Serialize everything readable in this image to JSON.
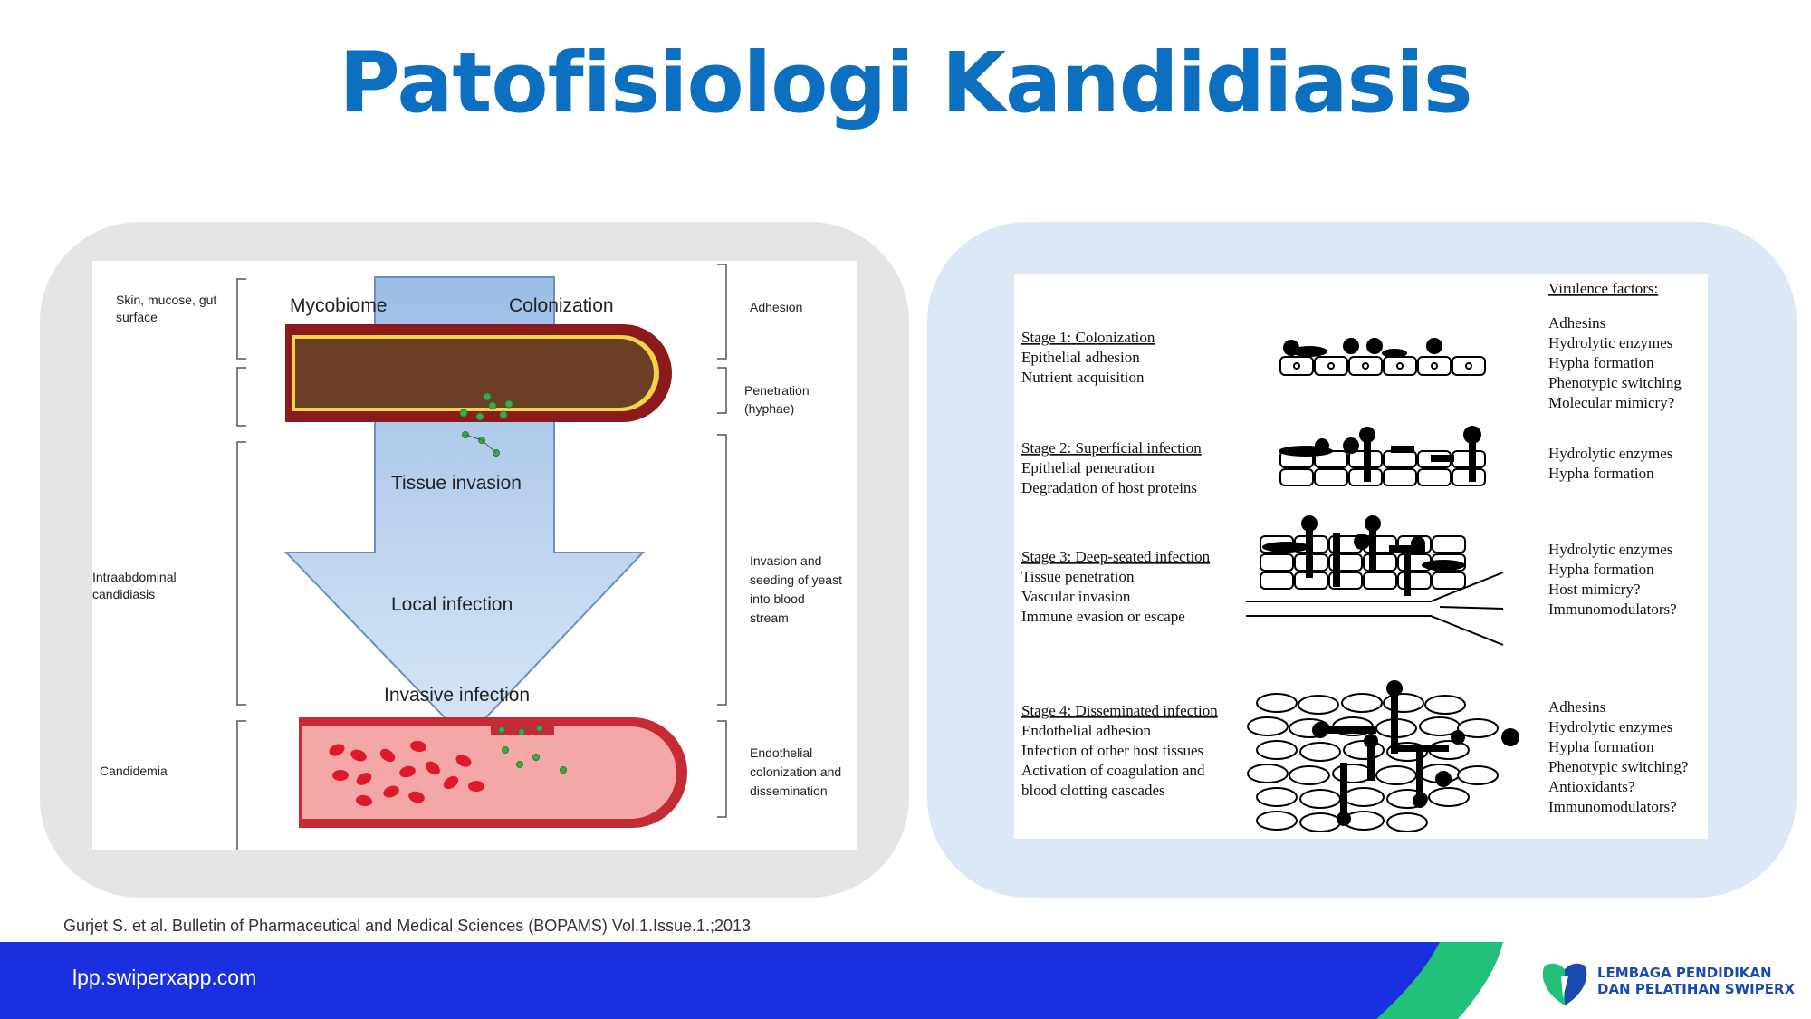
{
  "slide": {
    "title": "Patofisiologi Kandidiasis",
    "citation": "Gurjet S. et al. Bulletin of Pharmaceutical and Medical Sciences (BOPAMS) Vol.1.Issue.1.;2013",
    "footer_url": "lpp.swiperxapp.com",
    "logo_line1": "LEMBAGA PENDIDIKAN",
    "logo_line2": "DAN PELATIHAN SWIPERX"
  },
  "left_figure": {
    "left_labels": {
      "skin": [
        "Skin, mucose, gut",
        "surface"
      ],
      "intraabdominal": [
        "Intraabdominal",
        "candidiasis"
      ],
      "candidemia": "Candidemia"
    },
    "center_labels": {
      "mycobiome": "Mycobiome",
      "colonization": "Colonization",
      "tissue_invasion": "Tissue invasion",
      "local_infection": "Local infection",
      "invasive_infection": "Invasive infection"
    },
    "right_labels": {
      "adhesion": "Adhesion",
      "penetration": [
        "Penetration",
        "(hyphae)"
      ],
      "invasion": [
        "Invasion and",
        "seeding of yeast",
        "into blood",
        "stream"
      ],
      "endothelial": [
        "Endothelial",
        "colonization and",
        "dissemination"
      ]
    }
  },
  "right_figure": {
    "virulence_header": "Virulence factors:",
    "stages": [
      {
        "title": "Stage 1: Colonization",
        "lines": [
          "Epithelial adhesion",
          "Nutrient acquisition"
        ],
        "factors": [
          "Adhesins",
          "Hydrolytic enzymes",
          "Hypha formation",
          "Phenotypic switching",
          "Molecular mimicry?"
        ]
      },
      {
        "title": "Stage 2: Superficial infection",
        "lines": [
          "Epithelial penetration",
          "Degradation of host proteins"
        ],
        "factors": [
          "Hydrolytic enzymes",
          "Hypha formation"
        ]
      },
      {
        "title": "Stage 3: Deep-seated infection",
        "lines": [
          "Tissue penetration",
          "Vascular invasion",
          "Immune evasion or escape"
        ],
        "factors": [
          "Hydrolytic enzymes",
          "Hypha formation",
          "Host mimicry?",
          "Immunomodulators?"
        ]
      },
      {
        "title": "Stage 4: Disseminated infection",
        "lines": [
          "Endothelial adhesion",
          "Infection of other host tissues",
          "Activation of coagulation and",
          "blood clotting cascades"
        ],
        "factors": [
          "Adhesins",
          "Hydrolytic enzymes",
          "Hypha formation",
          "Phenotypic switching?",
          "Antioxidants?",
          "Immunomodulators?"
        ]
      }
    ]
  },
  "colors": {
    "title_blue": "#0d6fc0",
    "footer_blue": "#1a2fe0",
    "footer_green": "#22c07a",
    "vessel_red": "#8b1a1a",
    "arrow_blue": "#b4cdea"
  }
}
